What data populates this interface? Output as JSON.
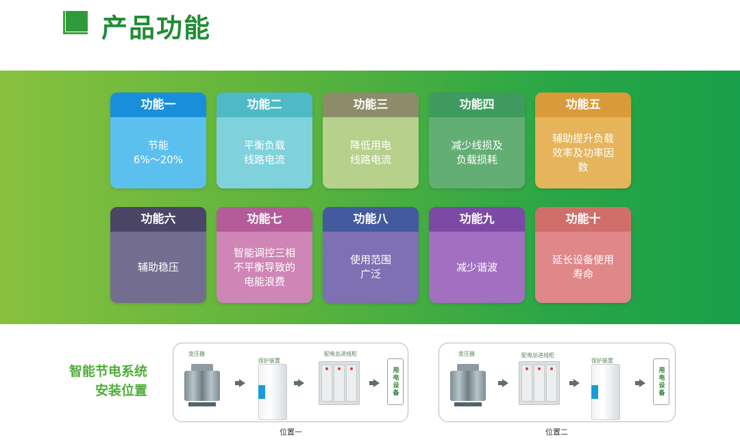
{
  "header": {
    "title": "产品功能"
  },
  "features": [
    {
      "title": "功能一",
      "text": "节能\n6%～20%",
      "head_color": "#1a8fd9",
      "body_color": "#5cc0ef"
    },
    {
      "title": "功能二",
      "text": "平衡负载\n线路电流",
      "head_color": "#4fb9c6",
      "body_color": "#7fd2dc"
    },
    {
      "title": "功能三",
      "text": "降低用电\n线路电流",
      "head_color": "#8c8c6a",
      "body_color": "#b7d08c"
    },
    {
      "title": "功能四",
      "text": "减少线损及\n负载损耗",
      "head_color": "#3e9a5e",
      "body_color": "#63ae74"
    },
    {
      "title": "功能五",
      "text": "辅助提升负载\n效率及功率因\n数",
      "head_color": "#d99b3a",
      "body_color": "#e6b45a"
    },
    {
      "title": "功能六",
      "text": "辅助稳压",
      "head_color": "#4b4566",
      "body_color": "#736e8f"
    },
    {
      "title": "功能七",
      "text": "智能调控三相\n不平衡导致的\n电能浪费",
      "head_color": "#b35c99",
      "body_color": "#cf86b6"
    },
    {
      "title": "功能八",
      "text": "使用范围\n广泛",
      "head_color": "#435a9e",
      "body_color": "#7f6fb3"
    },
    {
      "title": "功能九",
      "text": "减少谐波",
      "head_color": "#7c4aa5",
      "body_color": "#a36fc0"
    },
    {
      "title": "功能十",
      "text": "延长设备使用\n寿命",
      "head_color": "#d06f6a",
      "body_color": "#e0878a"
    }
  ],
  "install": {
    "title_line1": "智能节电系统",
    "title_line2": "安装位置",
    "diagram1": {
      "transformer": "变压器",
      "protector": "保护装置",
      "cabinet": "配电总进线柜",
      "device": "用电设备",
      "caption": "位置一"
    },
    "diagram2": {
      "transformer": "变压器",
      "cabinet": "配电总进线柜",
      "protector": "保护装置",
      "device": "用电设备",
      "caption": "位置二"
    }
  }
}
